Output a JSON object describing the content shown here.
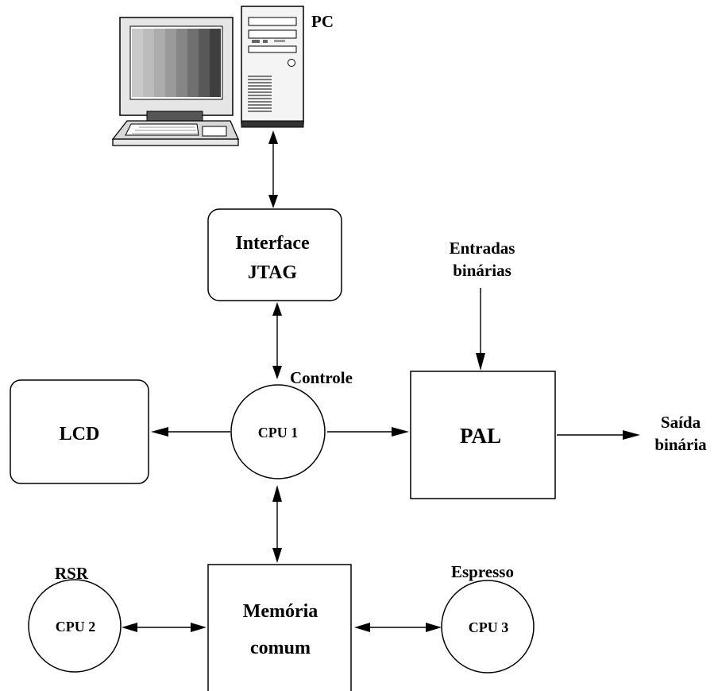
{
  "pc": {
    "label": "PC"
  },
  "jtag": {
    "line1": "Interface",
    "line2": "JTAG"
  },
  "cpu1": {
    "label": "CPU 1",
    "role": "Controle"
  },
  "lcd": {
    "label": "LCD"
  },
  "pal": {
    "label": "PAL"
  },
  "inputs": {
    "line1": "Entradas",
    "line2": "binárias"
  },
  "output": {
    "line1": "Saída",
    "line2": "binária"
  },
  "memory": {
    "line1": "Memória",
    "line2": "comum"
  },
  "cpu2": {
    "label": "CPU 2",
    "role": "RSR"
  },
  "cpu3": {
    "label": "CPU 3",
    "role": "Espresso"
  },
  "icons": {
    "pc_icon": "desktop-computer-icon"
  }
}
